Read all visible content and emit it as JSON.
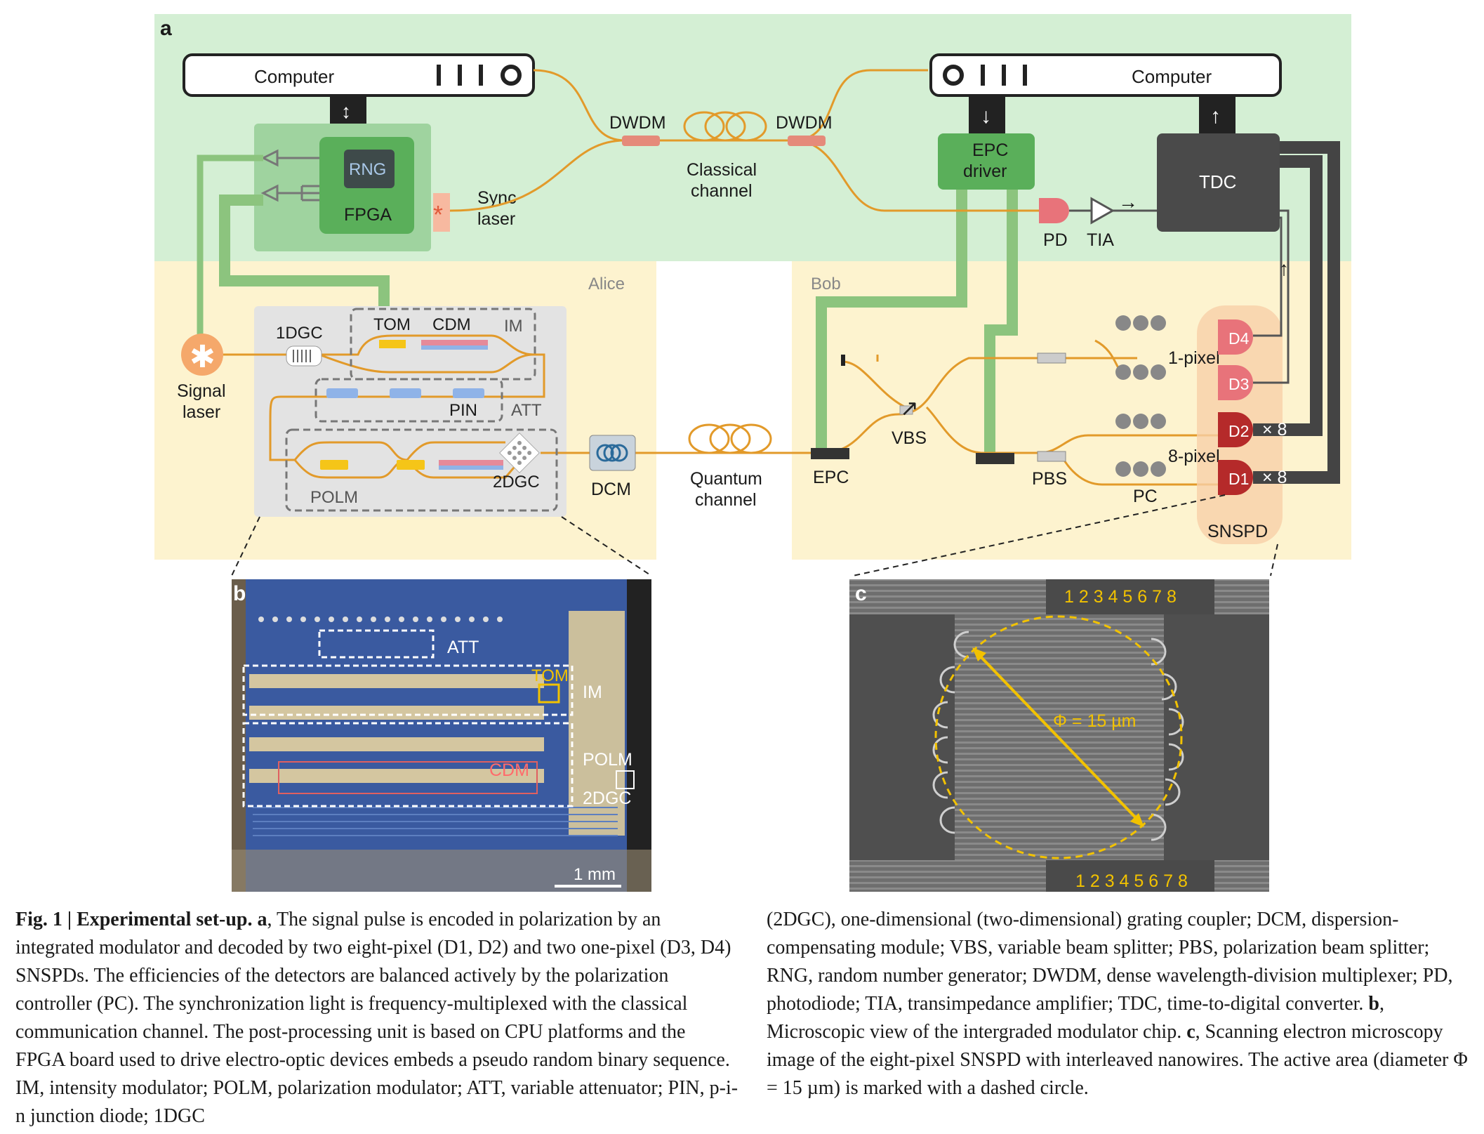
{
  "figure": {
    "panel_labels": {
      "a": "a",
      "b": "b",
      "c": "c"
    },
    "computer_left": "Computer",
    "computer_right": "Computer",
    "rng": "RNG",
    "fpga": "FPGA",
    "sync_laser": [
      "Sync",
      "laser"
    ],
    "dwdm_left": "DWDM",
    "dwdm_right": "DWDM",
    "classical_channel": [
      "Classical",
      "channel"
    ],
    "epc_driver": [
      "EPC",
      "driver"
    ],
    "tdc": "TDC",
    "pd": "PD",
    "tia": "TIA",
    "alice": "Alice",
    "bob": "Bob",
    "signal_laser": [
      "Signal",
      "laser"
    ],
    "dgc1": "1DGC",
    "tom": "TOM",
    "cdm": "CDM",
    "im": "IM",
    "pin": "PIN",
    "att": "ATT",
    "polm": "POLM",
    "dgc2": "2DGC",
    "dcm": "DCM",
    "quantum_channel": [
      "Quantum",
      "channel"
    ],
    "epc": "EPC",
    "vbs": "VBS",
    "pbs": "PBS",
    "pc": "PC",
    "one_pixel": "1-pixel",
    "eight_pixel": "8-pixel",
    "snspd": "SNSPD",
    "detectors": [
      "D4",
      "D3",
      "D2",
      "D1"
    ],
    "multiplier": "× 8",
    "chip": {
      "att": "ATT",
      "tom": "TOM",
      "im": "IM",
      "cdm": "CDM",
      "polm": "POLM",
      "dgc2": "2DGC",
      "scale": "1 mm"
    },
    "sem": {
      "pixel_numbers": "1 2 3 4 5 6 7  8",
      "diameter": "Φ = 15 µm"
    }
  },
  "caption": {
    "fig_label": "Fig. 1 |",
    "title": "Experimental set-up.",
    "a_label": "a",
    "a_text": ", The signal pulse is encoded in polarization by an integrated modulator and decoded by two eight-pixel (D1, D2) and two one-pixel (D3, D4) SNSPDs. The efficiencies of the detectors are balanced actively by the polarization controller (PC). The synchronization light is frequency-multiplexed with the classical communication channel. The post-processing unit is based on CPU platforms and the FPGA board used to drive electro-optic devices embeds a pseudo random binary sequence. IM, intensity modulator; POLM, polarization modulator; ATT, variable attenuator; PIN, p-i-n junction diode; 1DGC",
    "right_text": "(2DGC), one-dimensional (two-dimensional) grating coupler; DCM, dispersion-compensating module; VBS, variable beam splitter; PBS, polarization beam splitter; RNG, random number generator; DWDM, dense wavelength-division multiplexer; PD, photodiode; TIA, transimpedance amplifier; TDC, time-to-digital converter.",
    "b_label": "b",
    "b_text": ", Microscopic view of the intergraded modulator chip.",
    "c_label": "c",
    "c_text": ", Scanning electron microscopy image of the eight-pixel SNSPD with interleaved nanowires. The active area (diameter Φ = 15 µm) is marked with a dashed circle."
  },
  "colors": {
    "green_band": "#d4efd4",
    "yellow_band": "#fdf3cf",
    "fiber": "#e29a2a",
    "fpga_green": "#5aaf5a",
    "tdc_gray": "#4a4a4a",
    "detector_red": "#c0392b",
    "chip_blue": "#3f63a8",
    "label_yellow": "#f2c200"
  }
}
